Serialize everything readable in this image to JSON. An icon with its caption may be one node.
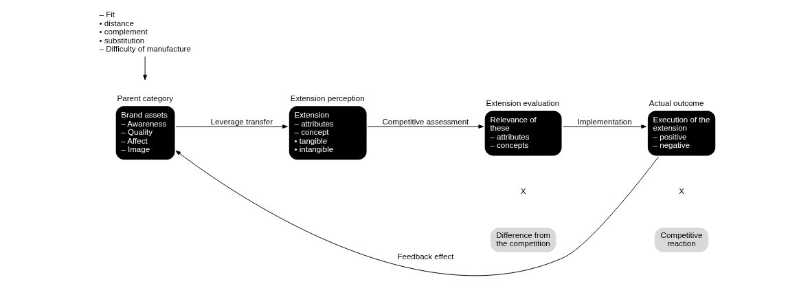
{
  "diagram": {
    "nodes": [
      {
        "text": [
          "Parent category",
          "Brand assets – Awareness – Quality – Affect – Image"
        ]
      },
      {
        "text": [
          "Extension perception",
          "Extension – attributes – concept • tangible • intangible"
        ]
      },
      {
        "text": [
          "Extension evaluation",
          "Relevance of these – attributes – concepts"
        ]
      },
      {
        "text": [
          "Actual outcome",
          "Execution of the extension – positive – negative"
        ]
      },
      {
        "text": [
          "Difference from the competition"
        ]
      },
      {
        "text": [
          "Competitive reaction"
        ]
      },
      {
        "text": [
          "– Fit • distance • complement • substitution – Difficulty of manufacture"
        ]
      }
    ],
    "edges": [
      {
        "from": 0,
        "to": 1,
        "label": "Leverage transfer",
        "arrow": "to"
      },
      {
        "from": 1,
        "to": 2,
        "label": "Competitive assessment",
        "arrow": "to"
      },
      {
        "from": 2,
        "to": 3,
        "label": "Implementation",
        "arrow": "to"
      },
      {
        "from": 3,
        "to": 0,
        "label": "Feedback effect",
        "arrow": "to"
      },
      {
        "from": 6,
        "to": null,
        "arrow": "to"
      }
    ],
    "labels": [
      "X",
      "X"
    ]
  }
}
